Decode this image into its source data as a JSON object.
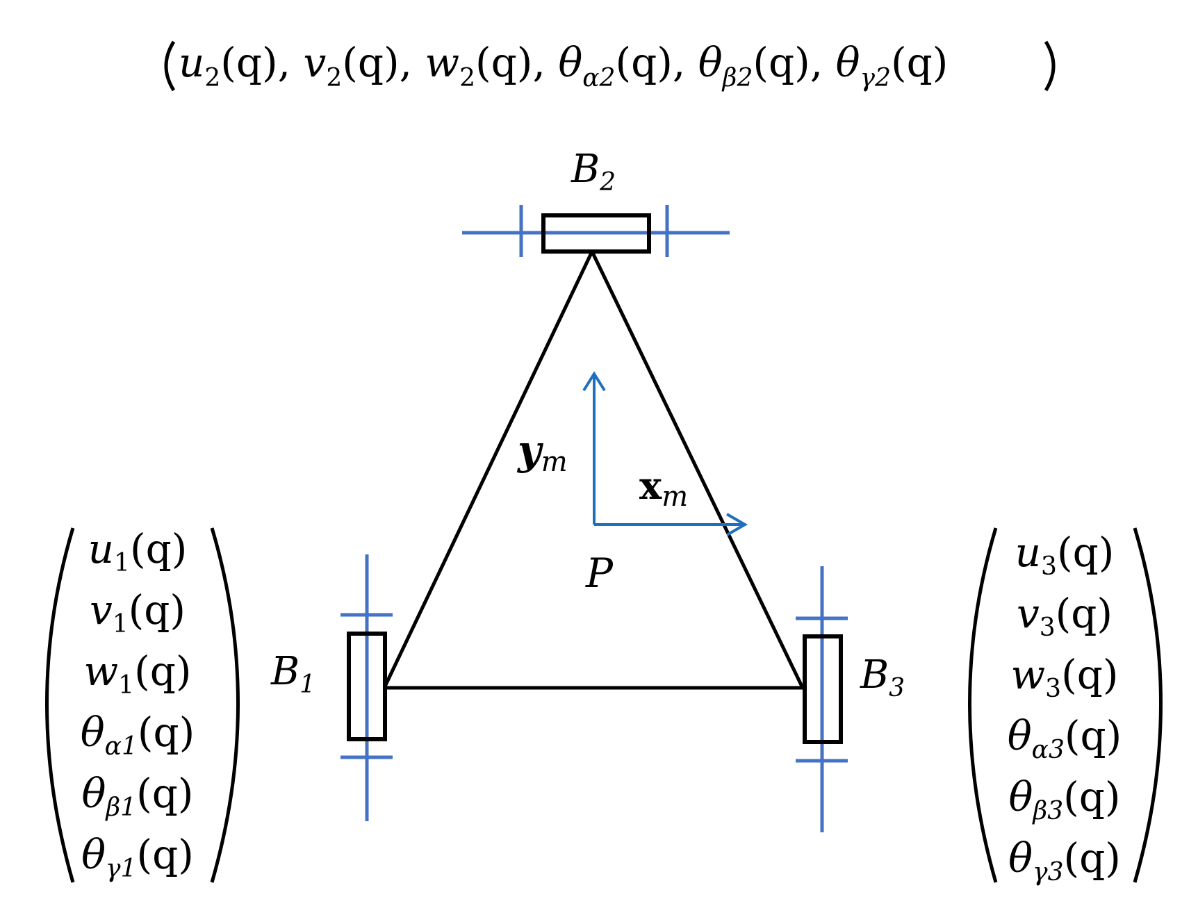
{
  "colors": {
    "structure": "#000000",
    "guides": "#4472c4",
    "frame_axes": "#1f6fbf"
  },
  "top_vector": {
    "items": [
      {
        "base": "u",
        "sub": "2",
        "arg": "(q)"
      },
      {
        "base": "v",
        "sub": "2",
        "arg": "(q)"
      },
      {
        "base": "w",
        "sub": "2",
        "arg": "(q)"
      },
      {
        "base": "θ",
        "sub": "α2",
        "arg": "(q)"
      },
      {
        "base": "θ",
        "sub": "β2",
        "arg": "(q)"
      },
      {
        "base": "θ",
        "sub": "γ2",
        "arg": "(q)"
      }
    ]
  },
  "left_vector": {
    "items": [
      {
        "base": "u",
        "sub": "1",
        "arg": "(q)"
      },
      {
        "base": "v",
        "sub": "1",
        "arg": "(q)"
      },
      {
        "base": "w",
        "sub": "1",
        "arg": "(q)"
      },
      {
        "base": "θ",
        "sub": "α1",
        "arg": "(q)"
      },
      {
        "base": "θ",
        "sub": "β1",
        "arg": "(q)"
      },
      {
        "base": "θ",
        "sub": "γ1",
        "arg": "(q)"
      }
    ]
  },
  "right_vector": {
    "items": [
      {
        "base": "u",
        "sub": "3",
        "arg": "(q)"
      },
      {
        "base": "v",
        "sub": "3",
        "arg": "(q)"
      },
      {
        "base": "w",
        "sub": "3",
        "arg": "(q)"
      },
      {
        "base": "θ",
        "sub": "α3",
        "arg": "(q)"
      },
      {
        "base": "θ",
        "sub": "β3",
        "arg": "(q)"
      },
      {
        "base": "θ",
        "sub": "γ3",
        "arg": "(q)"
      }
    ]
  },
  "labels": {
    "b1": {
      "base": "B",
      "sub": "1"
    },
    "b2": {
      "base": "B",
      "sub": "2"
    },
    "b3": {
      "base": "B",
      "sub": "3"
    },
    "ym": {
      "base": "y",
      "sub": "m"
    },
    "xm": {
      "base": "x",
      "sub": "m"
    },
    "p": "P"
  }
}
